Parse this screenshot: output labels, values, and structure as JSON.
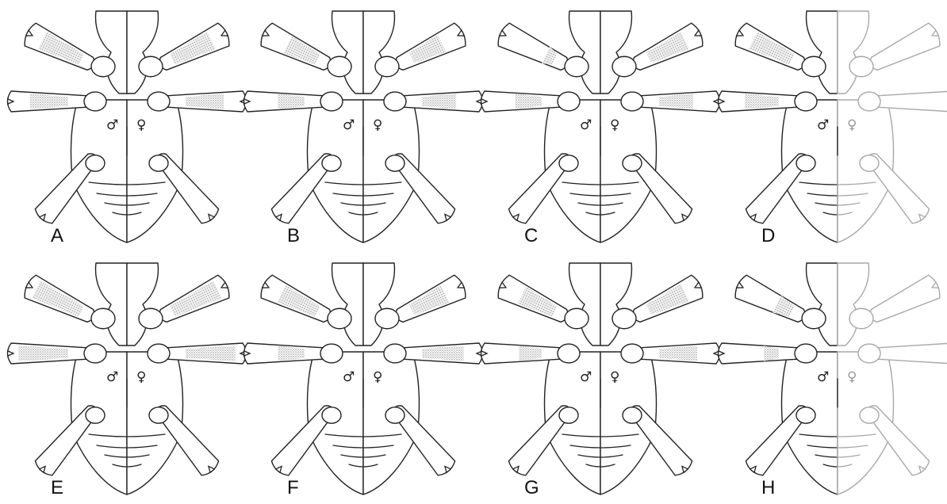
{
  "figure": {
    "panels": [
      {
        "label": "A",
        "male_symbol": "♂",
        "female_symbol": "♀",
        "right_half_faint": false,
        "shaded": {
          "left_front": [
            0.2,
            0.85
          ],
          "left_mid": [
            0.25,
            0.75
          ],
          "right_front": [
            0.2,
            0.85
          ],
          "right_mid": [
            0.25,
            0.75
          ]
        }
      },
      {
        "label": "B",
        "male_symbol": "♂",
        "female_symbol": "♀",
        "right_half_faint": false,
        "shaded": {
          "left_front": [
            0.35,
            0.85
          ],
          "left_mid": [
            0.4,
            0.75
          ],
          "right_front": [
            0.3,
            0.8
          ],
          "right_mid": [
            0.3,
            0.75
          ]
        }
      },
      {
        "label": "C",
        "male_symbol": "♂",
        "female_symbol": "♀",
        "right_half_faint": false,
        "shaded": {
          "left_front": [
            0.7,
            0.85
          ],
          "left_mid": [
            0.4,
            0.75
          ],
          "right_front": [
            0.2,
            0.8
          ],
          "right_mid": [
            0.3,
            0.75
          ]
        }
      },
      {
        "label": "D",
        "male_symbol": "♂",
        "female_symbol": "♀",
        "right_half_faint": true,
        "shaded": {
          "left_front": [
            0.2,
            0.85
          ],
          "left_mid": [
            0.3,
            0.75
          ]
        }
      },
      {
        "label": "E",
        "male_symbol": "♂",
        "female_symbol": "♀",
        "right_half_faint": false,
        "shaded": {
          "left_front": [
            0.1,
            0.85
          ],
          "left_mid": [
            0.1,
            0.75
          ],
          "right_front": [
            0.1,
            0.85
          ],
          "right_mid": [
            0.1,
            0.75
          ]
        }
      },
      {
        "label": "F",
        "male_symbol": "♂",
        "female_symbol": "♀",
        "right_half_faint": false,
        "shaded": {
          "left_front": [
            0.25,
            0.85
          ],
          "left_mid": [
            0.4,
            0.75
          ],
          "right_front": [
            0.25,
            0.8
          ],
          "right_mid": [
            0.2,
            0.75
          ]
        }
      },
      {
        "label": "G",
        "male_symbol": "♂",
        "female_symbol": "♀",
        "right_half_faint": false,
        "shaded": {
          "left_front": [
            0.3,
            0.85
          ],
          "left_mid": [
            0.45,
            0.75
          ],
          "right_front": [
            0.2,
            0.8
          ],
          "right_mid": [
            0.25,
            0.75
          ]
        }
      },
      {
        "label": "H",
        "male_symbol": "♂",
        "female_symbol": "♀",
        "right_half_faint": true,
        "shaded": {
          "left_front": [
            0.6,
            0.85
          ],
          "left_mid": [
            0.55,
            0.75
          ]
        }
      }
    ],
    "colors": {
      "male": "#222222",
      "female": "#222222",
      "faint_female": "#999999",
      "stipple": "#8a8a8a"
    }
  }
}
